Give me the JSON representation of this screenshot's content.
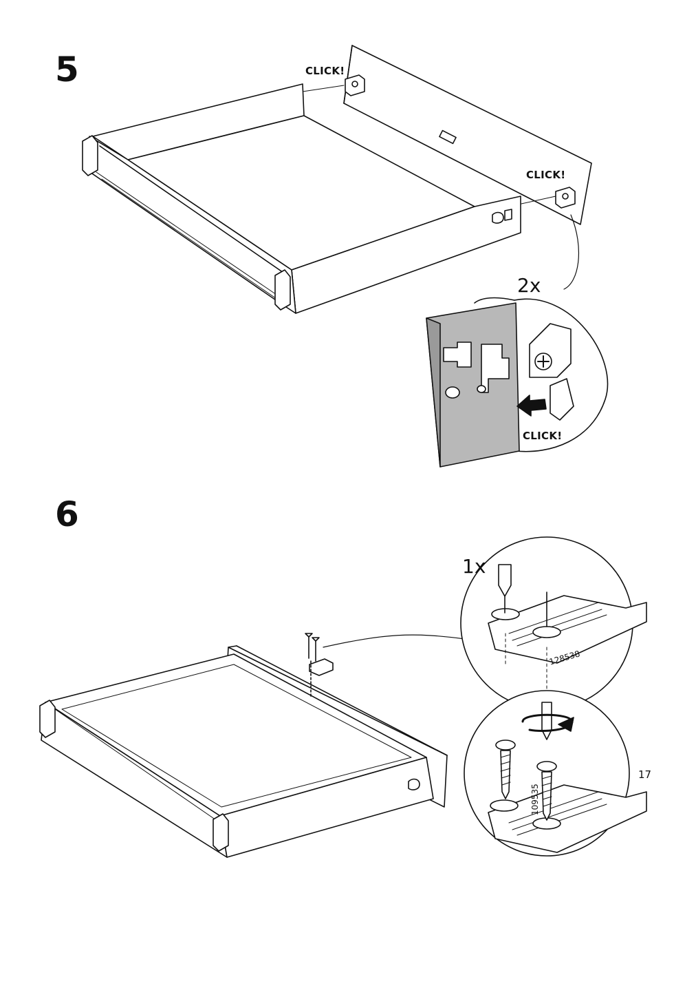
{
  "steps": [
    {
      "number": "5",
      "click_labels": [
        "CLICK!",
        "CLICK!",
        "CLICK!"
      ],
      "quantity": "2x"
    },
    {
      "number": "6",
      "quantity": "1x",
      "part_numbers": [
        "128538",
        "109535"
      ]
    }
  ],
  "page_number": "17"
}
